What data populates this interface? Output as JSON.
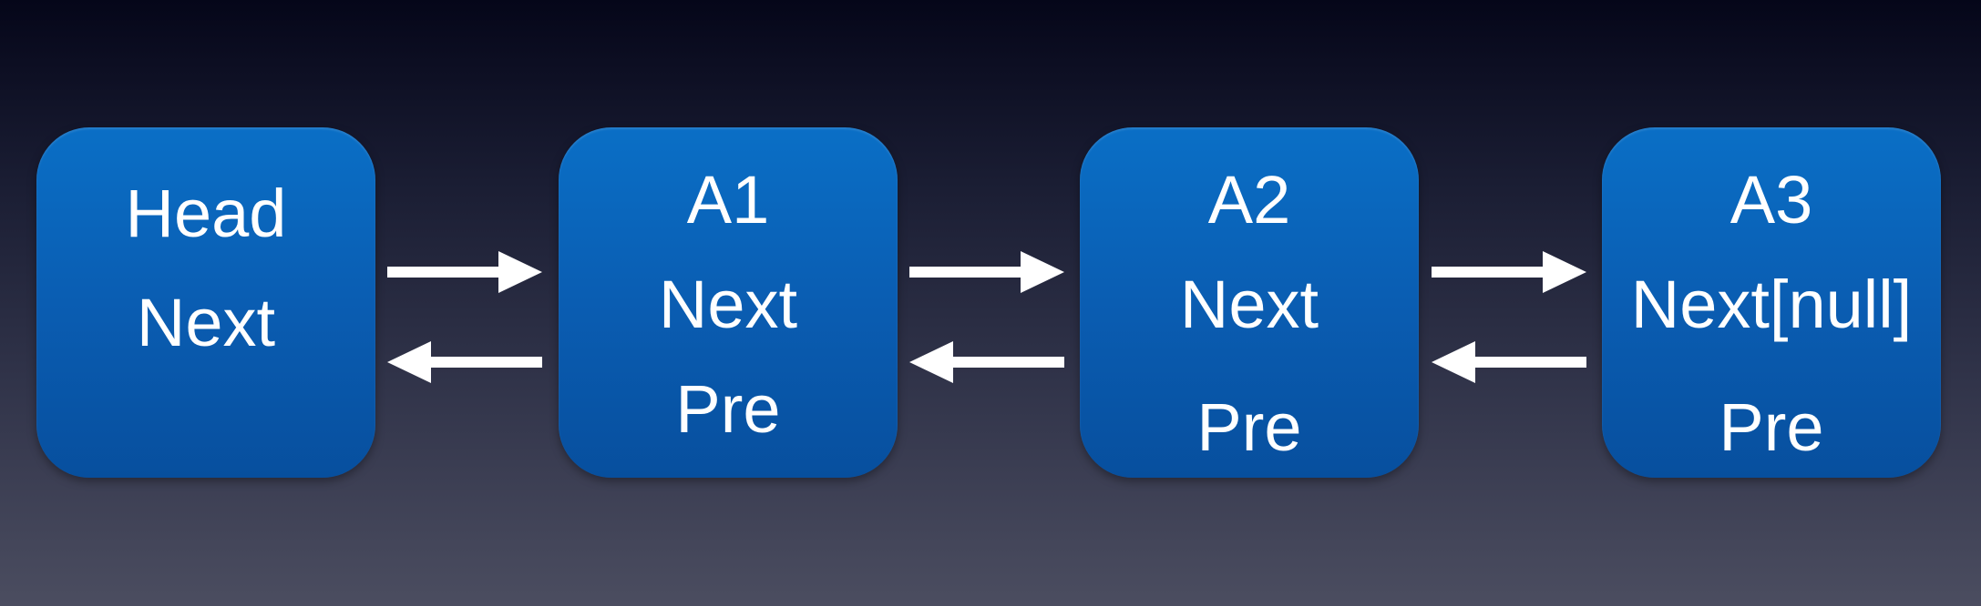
{
  "nodes": [
    {
      "title": "Head",
      "next": "Next",
      "pre": ""
    },
    {
      "title": "A1",
      "next": "Next",
      "pre": "Pre"
    },
    {
      "title": "A2",
      "next": "Next",
      "pre": "Pre"
    },
    {
      "title": "A3",
      "next": "Next[null]",
      "pre": "Pre"
    }
  ],
  "colors": {
    "node_fill": "#0a62b8",
    "arrow": "#ffffff",
    "text": "#ffffff"
  }
}
